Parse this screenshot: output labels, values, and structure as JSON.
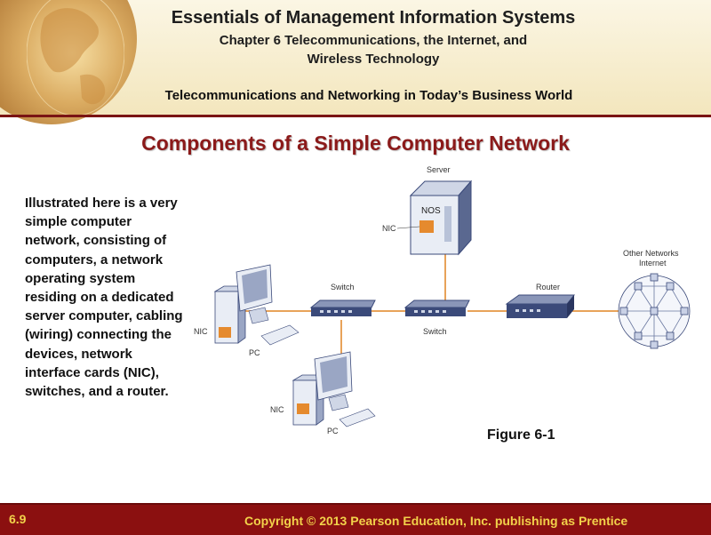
{
  "header": {
    "book_title": "Essentials of Management Information Systems",
    "chapter_line1": "Chapter 6 Telecommunications, the Internet, and",
    "chapter_line2": "Wireless Technology",
    "section": "Telecommunications and Networking in Today’s Business World"
  },
  "slide": {
    "title": "Components of a Simple Computer Network",
    "body": "Illustrated here is a very simple computer network, consisting of computers, a network operating system residing on a dedicated server computer, cabling (wiring) connecting the devices, network interface cards (NIC), switches, and a router.",
    "figure_caption": "Figure 6-1"
  },
  "diagram": {
    "server_label": "Server",
    "nos_label": "NOS",
    "nic_label": "NIC",
    "switch_label": "Switch",
    "router_label": "Router",
    "pc_label": "PC",
    "other_networks_label": "Other Networks",
    "internet_label": "Internet"
  },
  "footer": {
    "slide_number": "6.9",
    "copyright": "Copyright © 2013 Pearson Education, Inc. publishing as Prentice"
  },
  "colors": {
    "title_red": "#8b1a1a",
    "footer_bg": "#8b1010",
    "footer_text": "#f2d24a",
    "nic_orange": "#e58a2e",
    "cable_orange": "#e8a35a",
    "device_blue": "#3b4a7a"
  }
}
